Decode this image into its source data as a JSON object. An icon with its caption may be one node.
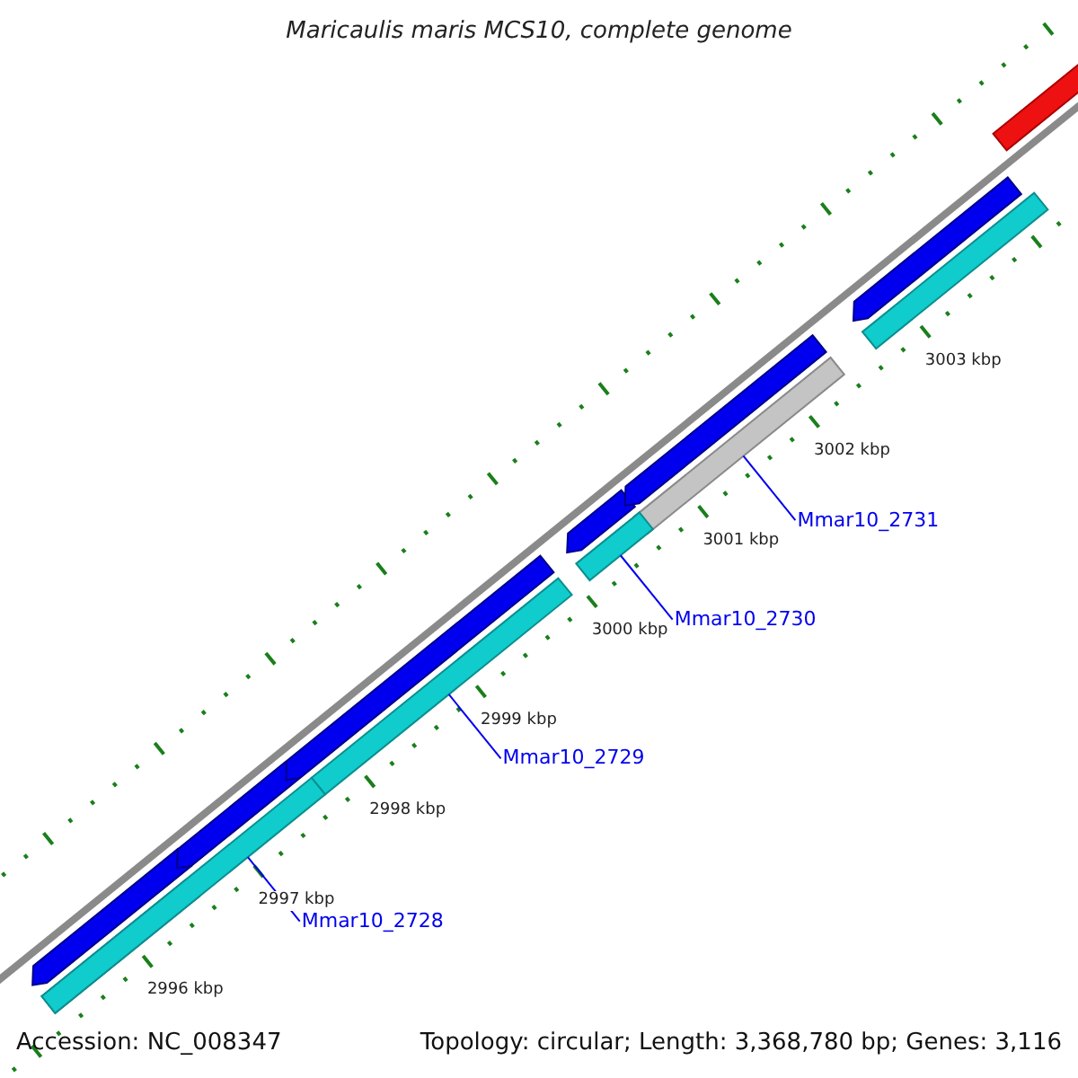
{
  "diagram": {
    "title": "Maricaulis maris MCS10, complete genome",
    "nodes": [
      {
        "text": [
          "Mmar10_2731"
        ]
      },
      {
        "text": [],
        "shape": "bar"
      },
      {
        "text": [
          "Mmar10_2730"
        ]
      },
      {
        "text": [],
        "shape": "bar"
      },
      {
        "text": [
          "Mmar10_2729"
        ]
      },
      {
        "text": [],
        "shape": "bar"
      },
      {
        "text": [
          "Mmar10_2728"
        ]
      },
      {
        "text": [],
        "shape": "bar"
      }
    ],
    "edges": [
      {
        "from": 0,
        "to": 1,
        "arrow": "none"
      },
      {
        "from": 2,
        "to": 3,
        "arrow": "none"
      },
      {
        "from": 4,
        "to": 5,
        "arrow": "none"
      },
      {
        "from": 6,
        "to": 7,
        "arrow": "none"
      }
    ],
    "labels": [
      "3003 kbp",
      "3002 kbp",
      "3001 kbp",
      "3000 kbp",
      "2999 kbp",
      "2998 kbp",
      "2997 kbp",
      "2996 kbp",
      "Accession: NC_008347",
      "Topology: circular; Length: 3,368,780 bp; Genes: 3,116"
    ]
  }
}
